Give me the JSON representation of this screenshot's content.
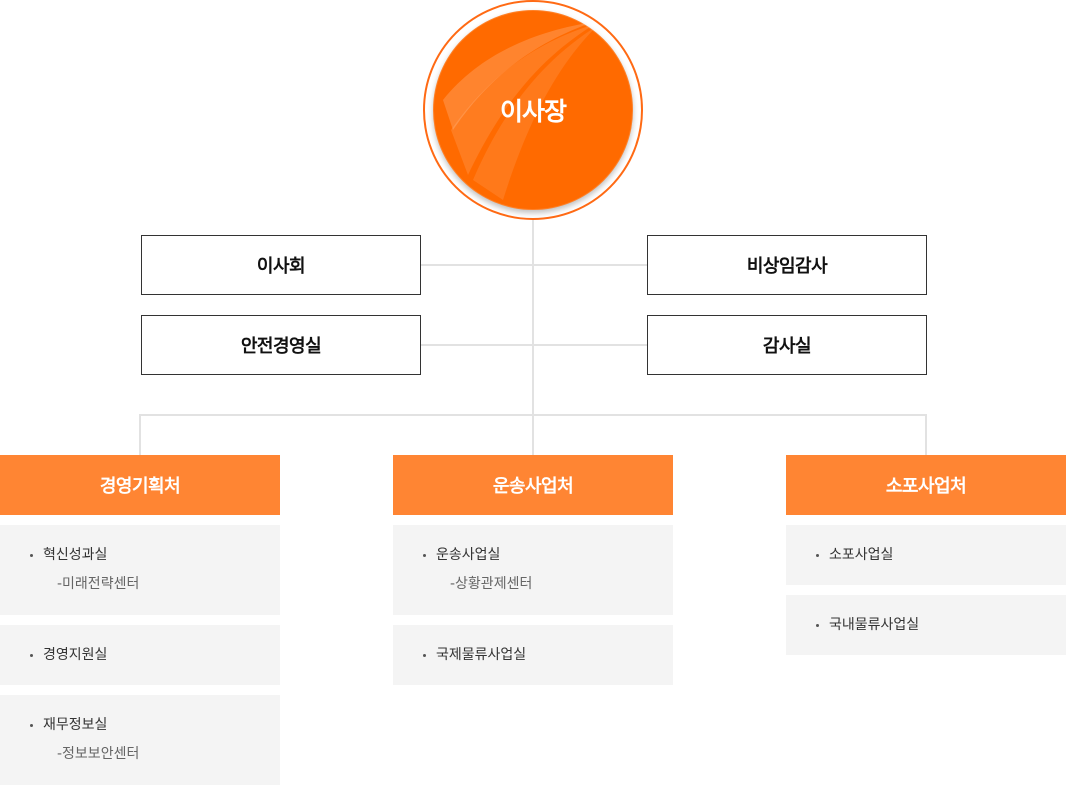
{
  "ceo": {
    "label": "이사장"
  },
  "side_left": [
    {
      "label": "이사회"
    },
    {
      "label": "안전경영실"
    }
  ],
  "side_right": [
    {
      "label": "비상임감사"
    },
    {
      "label": "감사실"
    }
  ],
  "departments": [
    {
      "name": "경영기획처",
      "items": [
        {
          "label": "혁신성과실",
          "sub": "-미래전략센터"
        },
        {
          "label": "경영지원실"
        },
        {
          "label": "재무정보실",
          "sub": "-정보보안센터"
        }
      ]
    },
    {
      "name": "운송사업처",
      "items": [
        {
          "label": "운송사업실",
          "sub": "-상황관제센터"
        },
        {
          "label": "국제물류사업실"
        }
      ]
    },
    {
      "name": "소포사업처",
      "items": [
        {
          "label": "소포사업실"
        },
        {
          "label": "국내물류사업실"
        }
      ]
    }
  ],
  "colors": {
    "ceo_fill": "#ff6a00",
    "dept_header": "#ff8533",
    "item_bg": "#f4f4f4",
    "connector": "#e2e2e2"
  }
}
